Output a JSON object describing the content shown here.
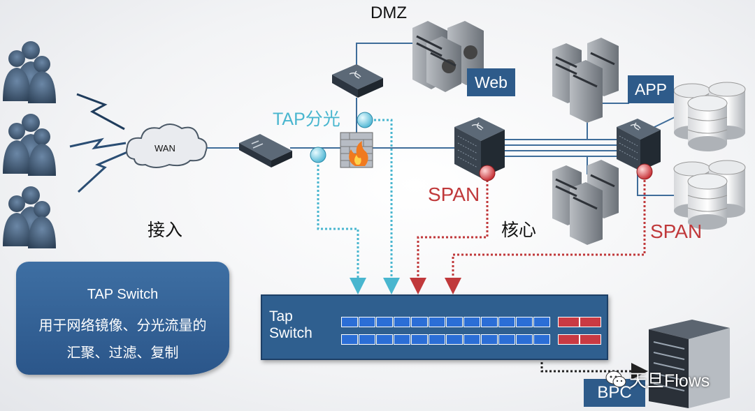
{
  "labels": {
    "dmz": "DMZ",
    "web": "Web",
    "app": "APP",
    "tap_split": "TAP分光",
    "wan": "WAN",
    "access": "接入",
    "core": "核心",
    "span_left": "SPAN",
    "span_right": "SPAN",
    "bpc": "BPC"
  },
  "info_box": {
    "title": "TAP Switch",
    "line1": "用于网络镜像、分光流量的",
    "line2": "汇聚、过滤、复制"
  },
  "tap_switch": {
    "name": "Tap\nSwitch"
  },
  "watermark": {
    "text": "天旦Flows",
    "icon": "wechat-icon"
  },
  "colors": {
    "tap_line": "#49b6cf",
    "span_line": "#c0393b",
    "badge": "#2e5b8a",
    "port_blue": "#2b6ed6",
    "port_red": "#c93a43"
  }
}
